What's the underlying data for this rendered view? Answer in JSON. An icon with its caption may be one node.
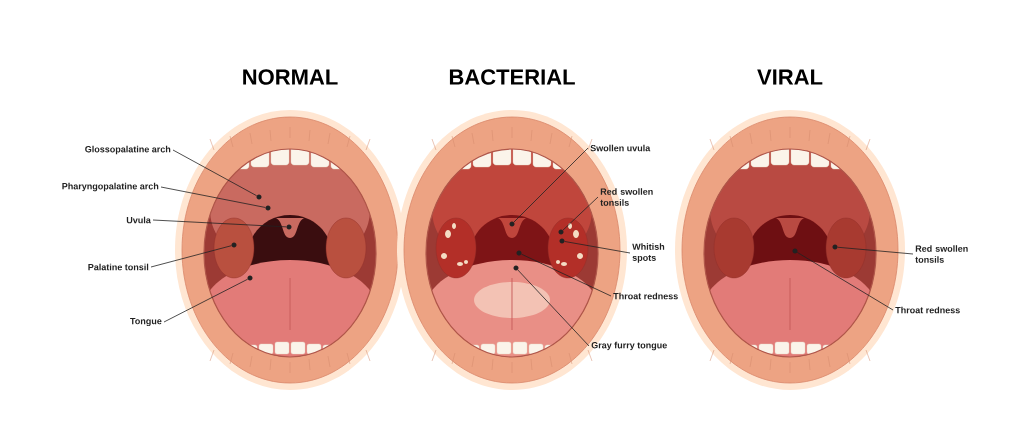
{
  "diagram": {
    "nodes": [
      {
        "text": [
          "Glossopalatine arch"
        ]
      },
      {
        "text": [
          "Pharyngopalatine arch"
        ]
      },
      {
        "text": [
          "Uvula"
        ]
      },
      {
        "text": [
          "Palatine tonsil"
        ]
      },
      {
        "text": [
          "Tongue"
        ]
      },
      {
        "text": [
          "Swollen uvula"
        ]
      },
      {
        "text": [
          "Red swollen tonsils"
        ]
      },
      {
        "text": [
          "Whitish spots"
        ]
      },
      {
        "text": [
          "Throat redness"
        ]
      },
      {
        "text": [
          "Gray furry tongue"
        ]
      },
      {
        "text": [
          "Red swollen tonsils"
        ]
      },
      {
        "text": [
          "Throat redness"
        ]
      },
      {
        "text": [],
        "shape": "circle"
      },
      {
        "text": [],
        "shape": "circle"
      },
      {
        "text": [],
        "shape": "circle"
      },
      {
        "text": [],
        "shape": "circle"
      },
      {
        "text": [],
        "shape": "circle"
      },
      {
        "text": [],
        "shape": "circle"
      },
      {
        "text": [],
        "shape": "circle"
      },
      {
        "text": [],
        "shape": "circle"
      },
      {
        "text": [],
        "shape": "circle"
      },
      {
        "text": [],
        "shape": "circle"
      },
      {
        "text": [],
        "shape": "circle"
      },
      {
        "text": [],
        "shape": "circle"
      }
    ],
    "edges": [
      {
        "from": 0,
        "to": 12,
        "arrow": "none"
      },
      {
        "from": 1,
        "to": 13,
        "arrow": "none"
      },
      {
        "from": 2,
        "to": 14,
        "arrow": "none"
      },
      {
        "from": 3,
        "to": 15,
        "arrow": "none"
      },
      {
        "from": 4,
        "to": 16,
        "arrow": "none"
      },
      {
        "from": 5,
        "to": 17,
        "arrow": "none"
      },
      {
        "from": 6,
        "to": 18,
        "arrow": "none"
      },
      {
        "from": 7,
        "to": 19,
        "arrow": "none"
      },
      {
        "from": 8,
        "to": 20,
        "arrow": "none"
      },
      {
        "from": 9,
        "to": 21,
        "arrow": "none"
      },
      {
        "from": 10,
        "to": 22,
        "arrow": "none"
      },
      {
        "from": 11,
        "to": 23,
        "arrow": "none"
      }
    ],
    "labels": [
      "NORMAL",
      "BACTERIAL",
      "VIRAL"
    ]
  }
}
